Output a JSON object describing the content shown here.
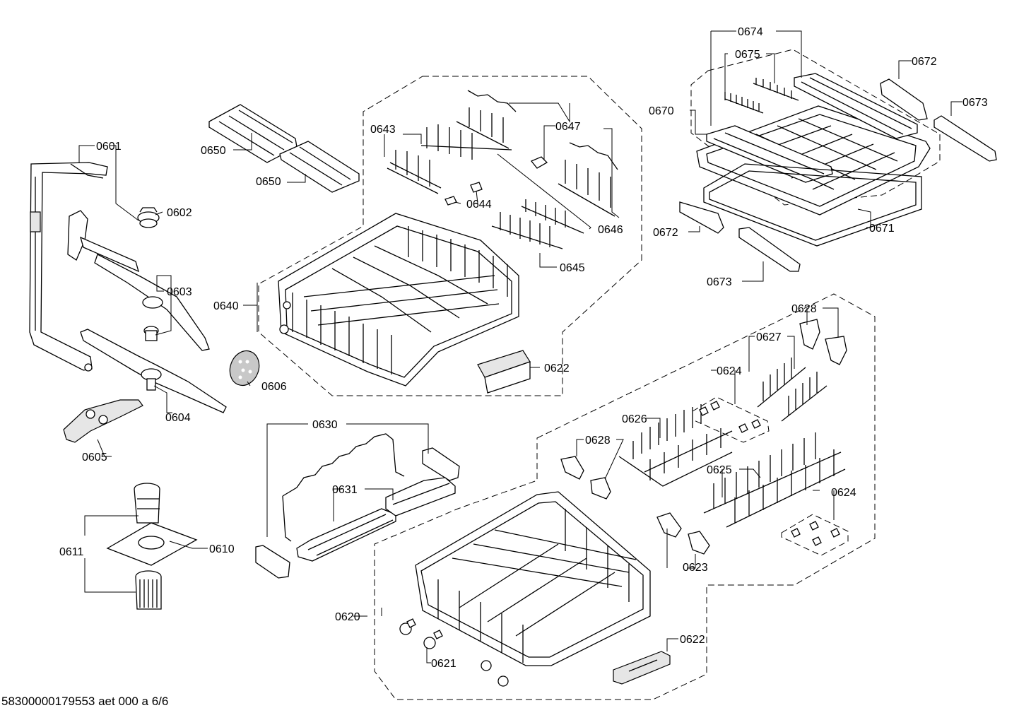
{
  "labels": {
    "p0601": "0601",
    "p0602": "0602",
    "p0603": "0603",
    "p0604": "0604",
    "p0605": "0605",
    "p0606": "0606",
    "p0610": "0610",
    "p0611": "0611",
    "p0620": "0620",
    "p0621": "0621",
    "p0622a": "0622",
    "p0622b": "0622",
    "p0623": "0623",
    "p0624a": "0624",
    "p0624b": "0624",
    "p0625": "0625",
    "p0626": "0626",
    "p0627": "0627",
    "p0628a": "0628",
    "p0628b": "0628",
    "p0630": "0630",
    "p0631": "0631",
    "p0640": "0640",
    "p0643": "0643",
    "p0644": "0644",
    "p0645": "0645",
    "p0646": "0646",
    "p0647": "0647",
    "p0650a": "0650",
    "p0650b": "0650",
    "p0670": "0670",
    "p0671": "0671",
    "p0672a": "0672",
    "p0672b": "0672",
    "p0673a": "0673",
    "p0673b": "0673",
    "p0674": "0674",
    "p0675": "0675"
  },
  "footer": "58300000179553 aet 000 a 6/6"
}
